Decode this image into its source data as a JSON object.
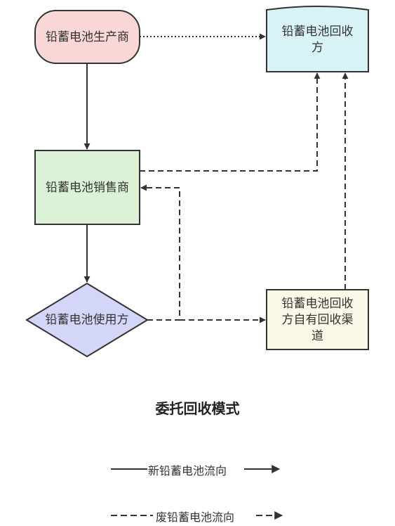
{
  "nodes": {
    "manufacturer": "铅蓄电池生产商",
    "recycler": "铅蓄电池回收方",
    "seller": "铅蓄电池销售商",
    "user": "铅蓄电池使用方",
    "recycler_channel": "铅蓄电池回收方自有回收渠道"
  },
  "title": "委托回收模式",
  "legend": {
    "new_flow": "新铅蓄电池流向",
    "waste_flow": "废铅蓄电池流向"
  },
  "colors": {
    "manufacturer_fill": "#f9d7d7",
    "recycler_fill": "#d8f3f5",
    "seller_fill": "#dcf2d6",
    "user_fill": "#d4d6f8",
    "channel_fill": "#fbf8e8",
    "stroke": "#333333"
  }
}
